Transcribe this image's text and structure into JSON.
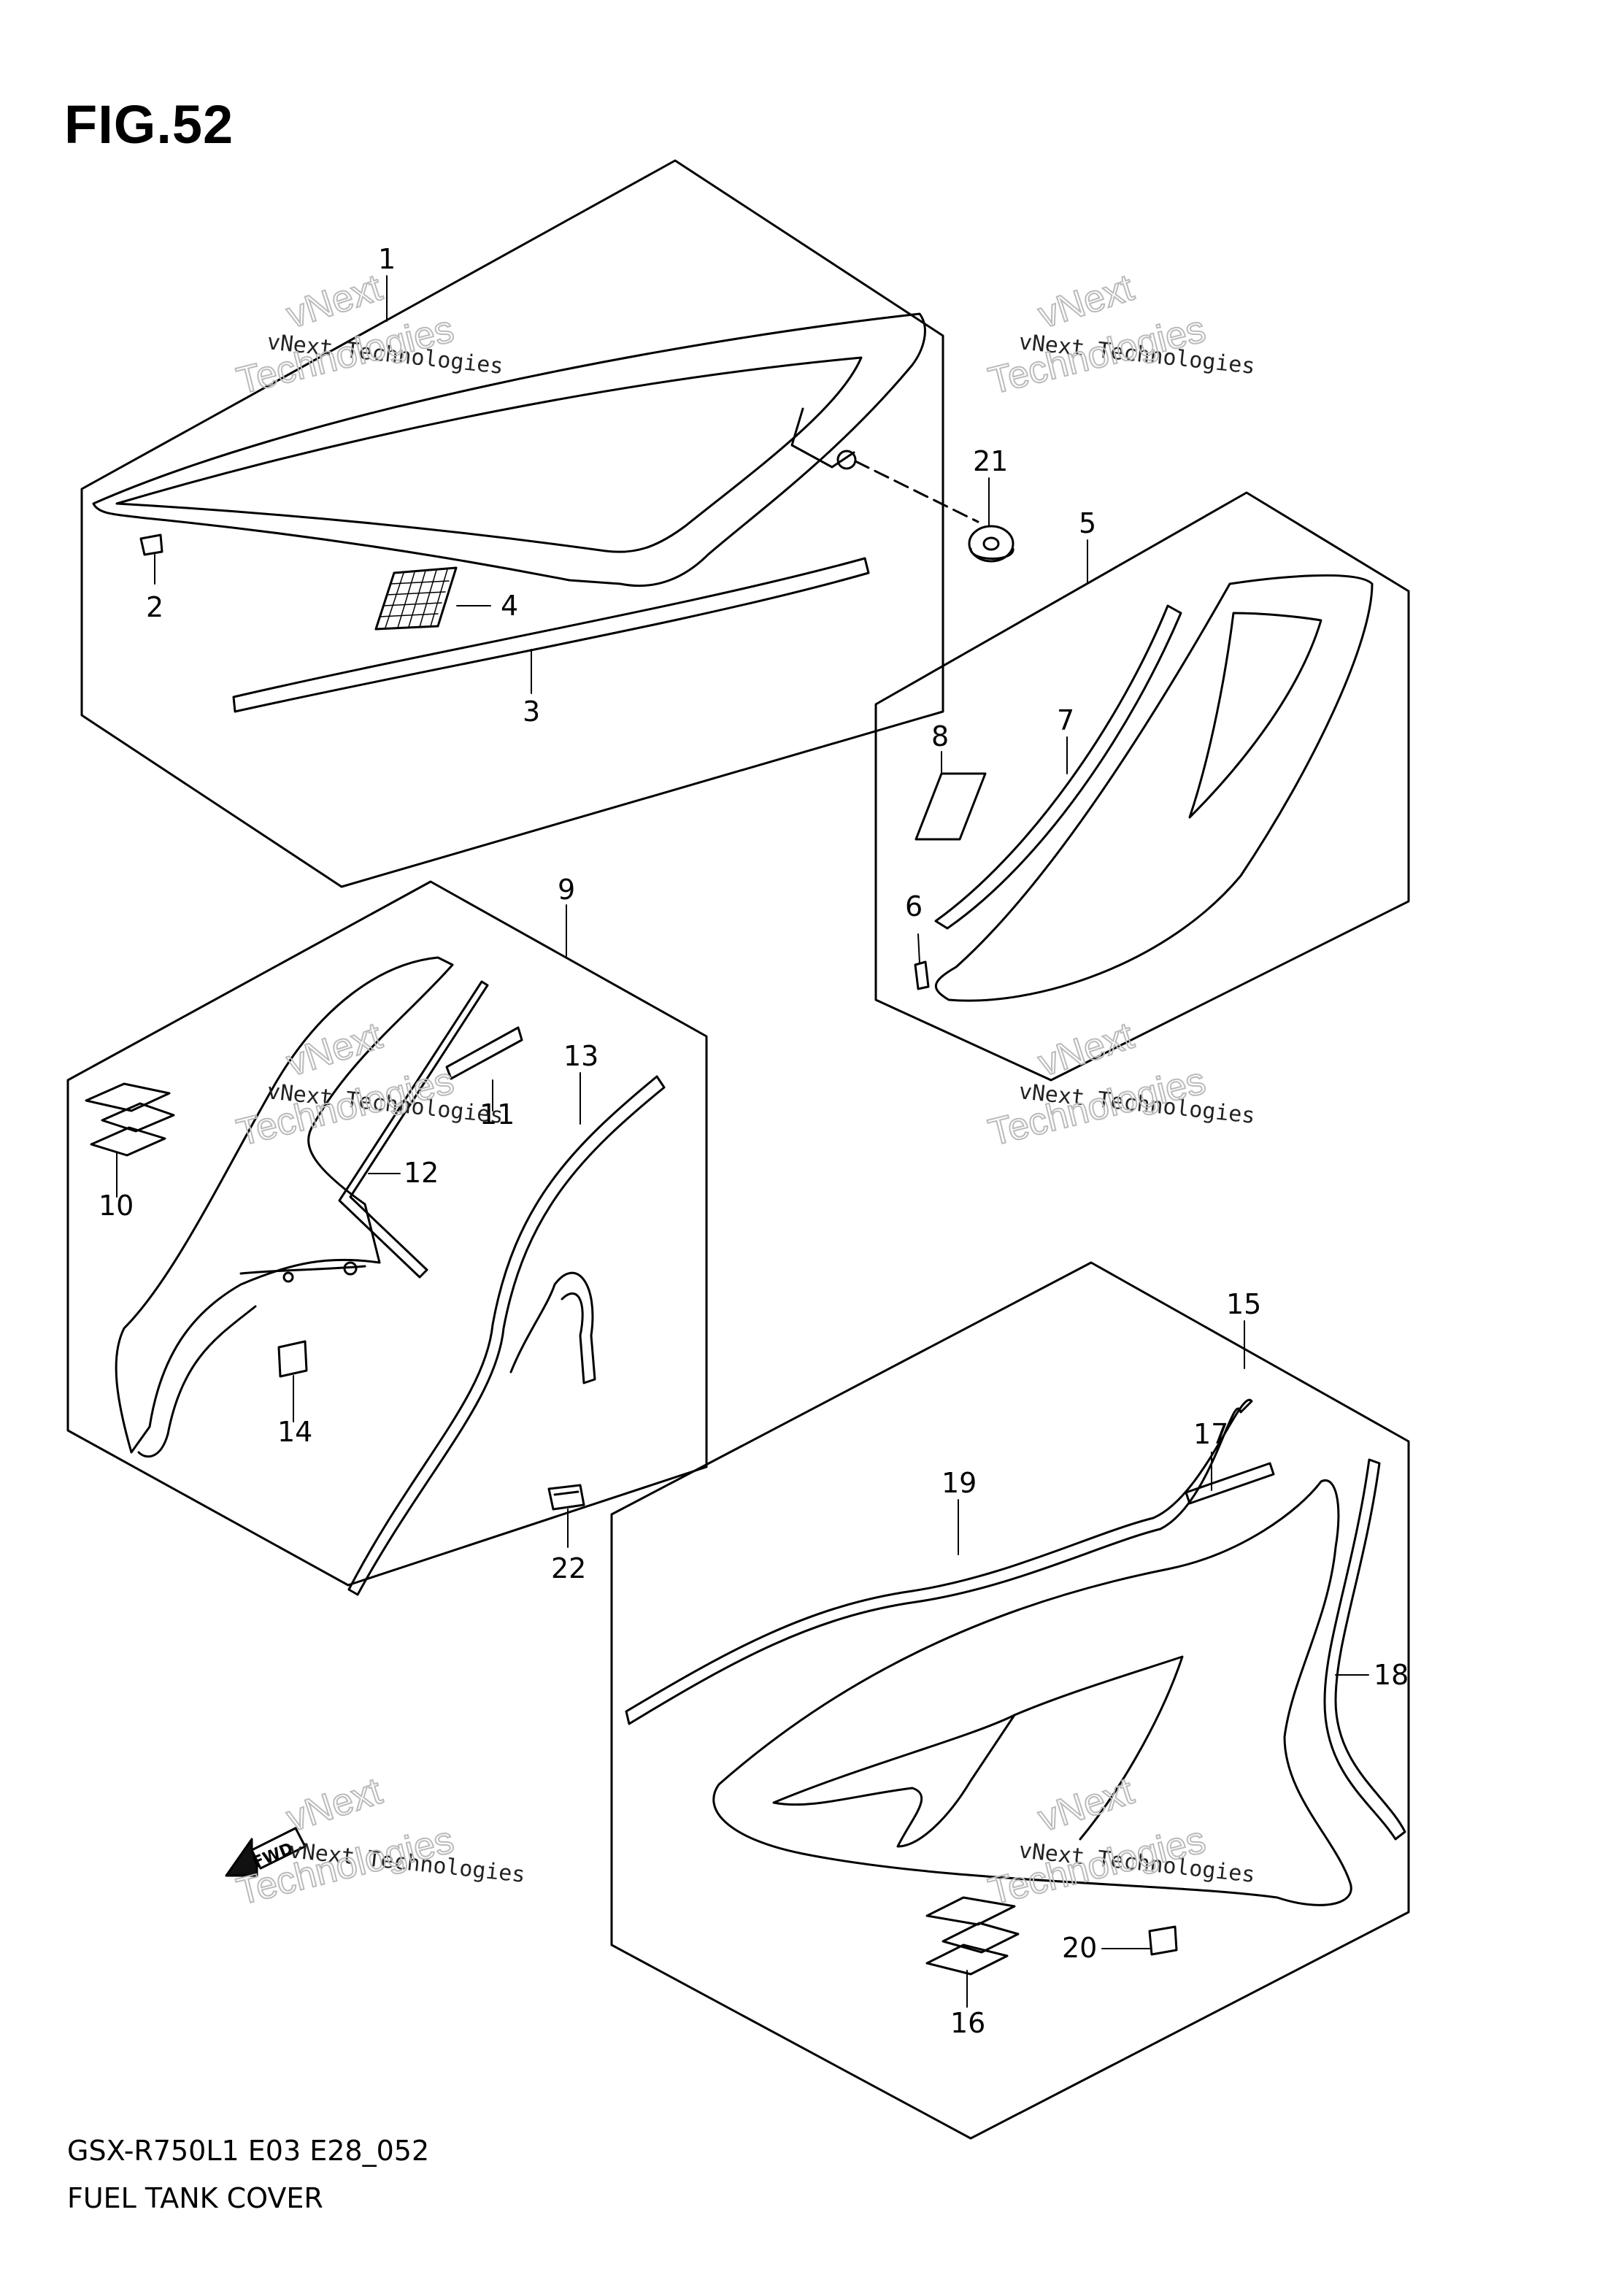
{
  "figure": {
    "title": "FIG.52",
    "code": "GSX-R750L1 E03 E28_052",
    "name": "FUEL TANK COVER"
  },
  "callouts": [
    "1",
    "2",
    "3",
    "4",
    "5",
    "6",
    "7",
    "8",
    "9",
    "10",
    "11",
    "12",
    "13",
    "14",
    "15",
    "16",
    "17",
    "18",
    "19",
    "20",
    "21",
    "22"
  ],
  "arrow_label": "FWD",
  "watermark": {
    "line1": "vNext Technologies",
    "outline_top": "vNext",
    "outline_bottom": "Technologies"
  }
}
